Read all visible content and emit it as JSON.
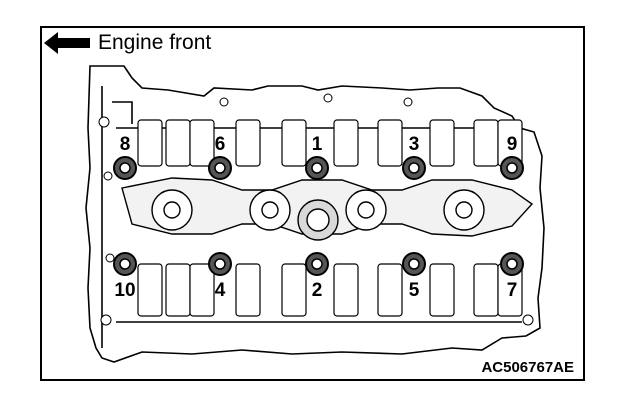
{
  "legend": {
    "direction_label": "Engine front",
    "icon": "left-arrow-icon"
  },
  "figure_code": "AC506767AE",
  "bolts": {
    "upper": [
      {
        "label": "8"
      },
      {
        "label": "6"
      },
      {
        "label": "1"
      },
      {
        "label": "3"
      },
      {
        "label": "9"
      }
    ],
    "lower": [
      {
        "label": "10"
      },
      {
        "label": "4"
      },
      {
        "label": "2"
      },
      {
        "label": "5"
      },
      {
        "label": "7"
      }
    ]
  },
  "colors": {
    "line": "#000000",
    "background": "#ffffff",
    "shade": "#d9d9d9"
  }
}
